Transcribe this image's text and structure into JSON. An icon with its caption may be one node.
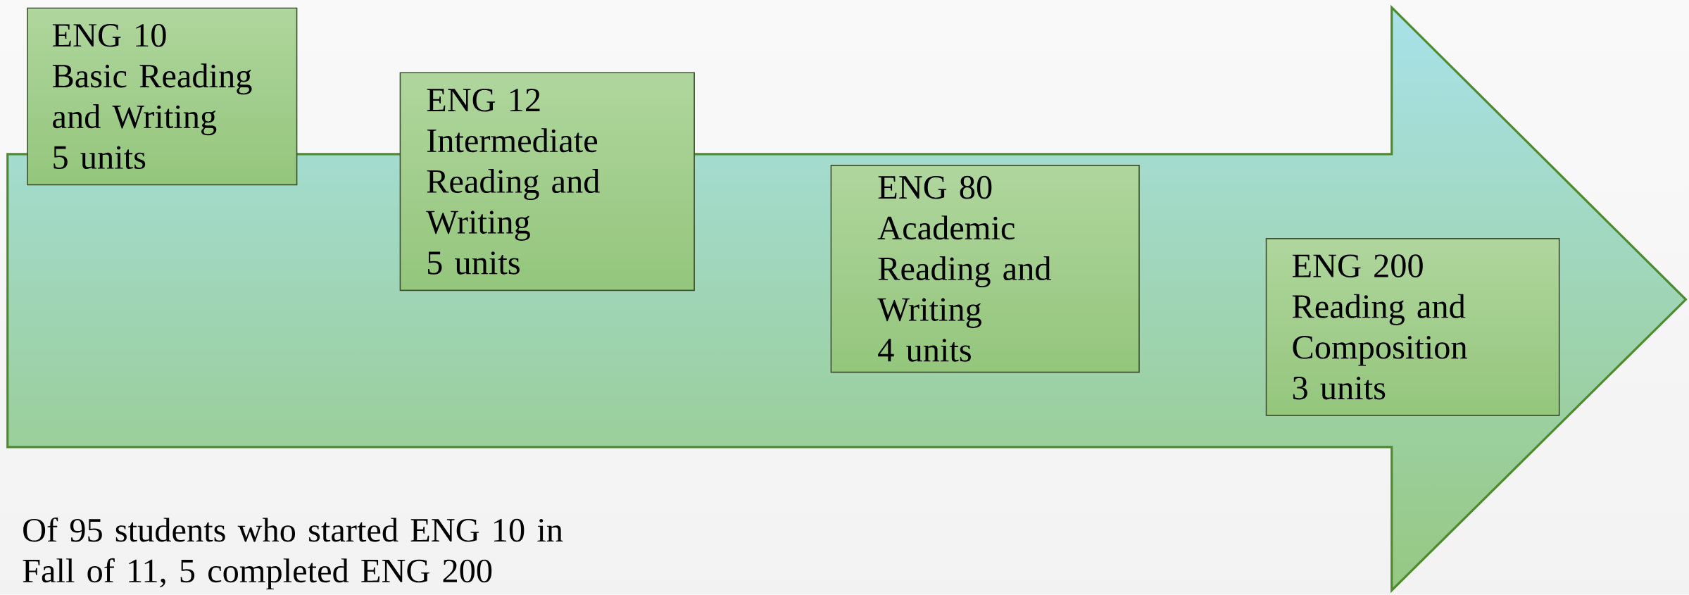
{
  "diagram": {
    "nodes": [
      {
        "text": [
          "ENG 10",
          "Basic Reading and Writing",
          "5 units"
        ]
      },
      {
        "text": [
          "ENG 12",
          "Intermediate Reading and Writing",
          "5 units"
        ]
      },
      {
        "text": [
          "ENG 80",
          "Academic Reading and Writing",
          "4 units"
        ]
      },
      {
        "text": [
          "ENG 200",
          "Reading and Composition",
          "3 units"
        ]
      }
    ],
    "labels": [
      "Of 95 students who started ENG 10 in Fall of 11, 5 completed ENG 200"
    ]
  }
}
